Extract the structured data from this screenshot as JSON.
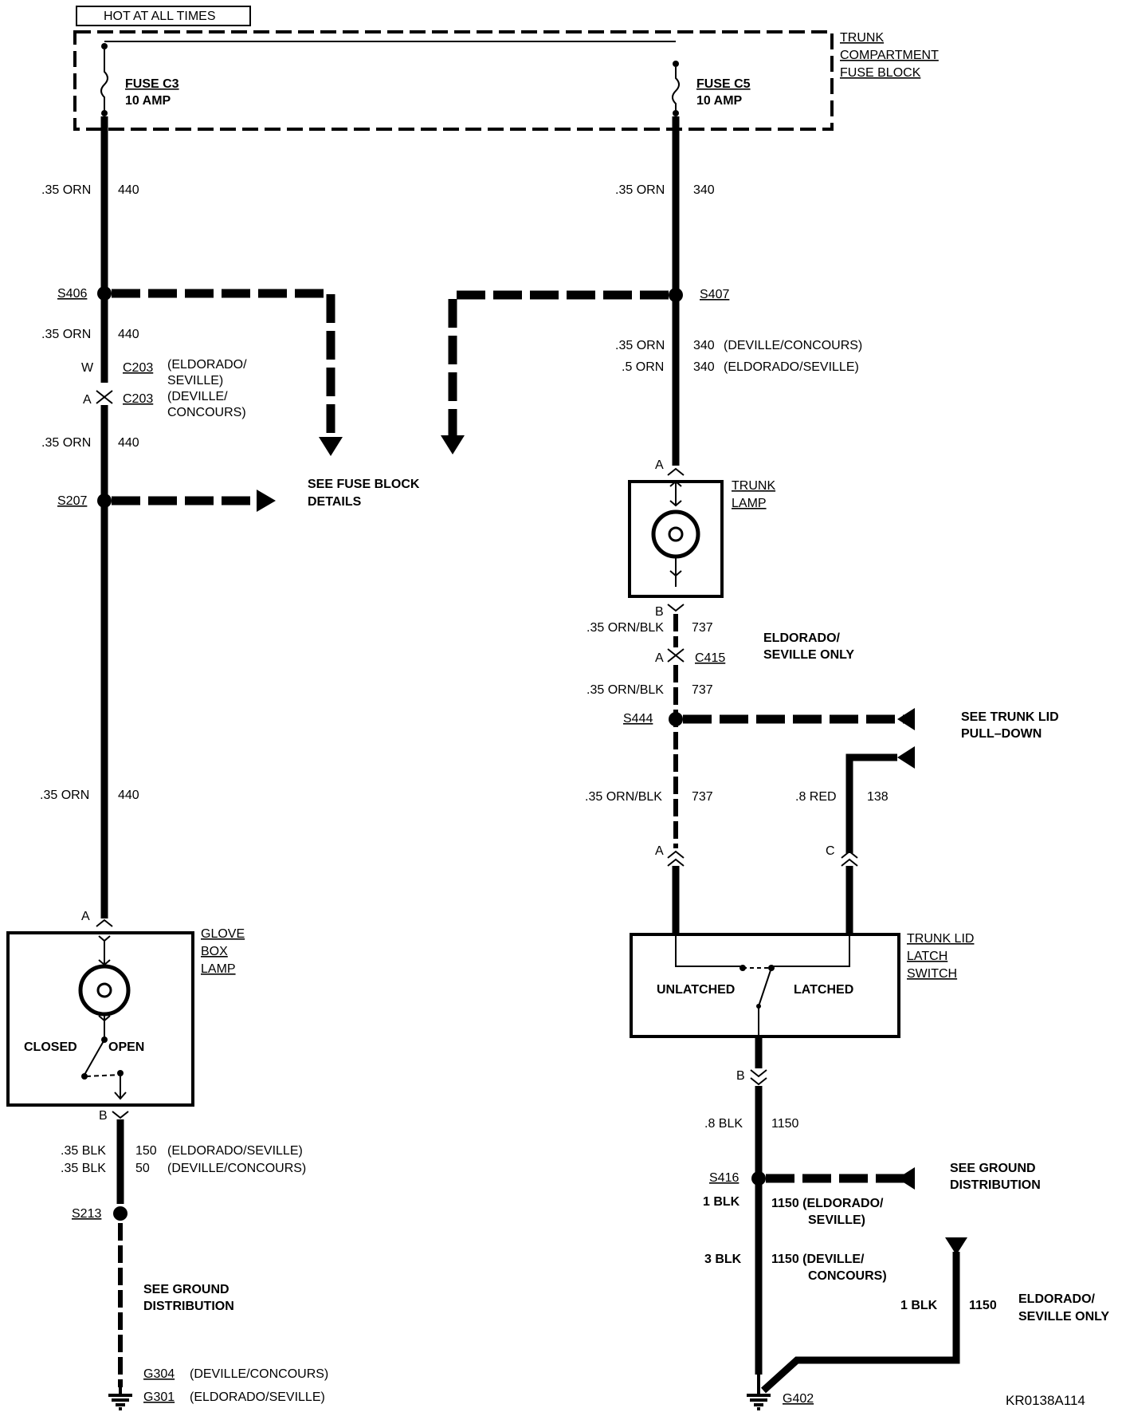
{
  "header": {
    "hot_label": "HOT AT ALL TIMES"
  },
  "fuse_block": {
    "label1": "TRUNK",
    "label2": "COMPARTMENT",
    "label3": "FUSE BLOCK",
    "fuse_c3_name": "FUSE C3",
    "fuse_c3_rating": "10 AMP",
    "fuse_c5_name": "FUSE C5",
    "fuse_c5_rating": "10 AMP"
  },
  "left": {
    "w1_gauge": ".35 ORN",
    "w1_circuit": "440",
    "s406": "S406",
    "w2_gauge": ".35 ORN",
    "w2_circuit": "440",
    "c203_pin_w": "W",
    "c203_a": "C203",
    "c203_a_note1": "(ELDORADO/",
    "c203_a_note2": "SEVILLE)",
    "c203_pin_a": "A",
    "c203_b": "C203",
    "c203_b_note1": "(DEVILLE/",
    "c203_b_note2": "CONCOURS)",
    "w3_gauge": ".35 ORN",
    "w3_circuit": "440",
    "s207": "S207",
    "see_fuse1": "SEE FUSE BLOCK",
    "see_fuse2": "DETAILS",
    "w4_gauge": ".35 ORN",
    "w4_circuit": "440",
    "pin_a": "A",
    "glove1": "GLOVE",
    "glove2": "BOX",
    "glove3": "LAMP",
    "closed": "CLOSED",
    "open": "OPEN",
    "pin_b": "B",
    "w5_gauge_a": ".35 BLK",
    "w5_circuit_a": "150",
    "w5_note_a": "(ELDORADO/SEVILLE)",
    "w5_gauge_b": ".35 BLK",
    "w5_circuit_b": "50",
    "w5_note_b": "(DEVILLE/CONCOURS)",
    "s213": "S213",
    "see_ground1": "SEE GROUND",
    "see_ground2": "DISTRIBUTION",
    "g304": "G304",
    "g304_note": "(DEVILLE/CONCOURS)",
    "g301": "G301",
    "g301_note": "(ELDORADO/SEVILLE)"
  },
  "right": {
    "w1_gauge": ".35 ORN",
    "w1_circuit": "340",
    "s407": "S407",
    "w2_gauge_a": ".35 ORN",
    "w2_circuit_a": "340",
    "w2_note_a": "(DEVILLE/CONCOURS)",
    "w2_gauge_b": ".5 ORN",
    "w2_circuit_b": "340",
    "w2_note_b": "(ELDORADO/SEVILLE)",
    "pin_a": "A",
    "trunk_lamp1": "TRUNK",
    "trunk_lamp2": "LAMP",
    "pin_b": "B",
    "w3_gauge": ".35 ORN/BLK",
    "w3_circuit": "737",
    "eldo_only1": "ELDORADO/",
    "eldo_only2": "SEVILLE ONLY",
    "c415_pin": "A",
    "c415": "C415",
    "w4_gauge": ".35 ORN/BLK",
    "w4_circuit": "737",
    "s444": "S444",
    "see_trunk1": "SEE TRUNK LID",
    "see_trunk2": "PULL–DOWN",
    "w5_gauge": ".35 ORN/BLK",
    "w5_circuit": "737",
    "w6_gauge": ".8 RED",
    "w6_circuit": "138",
    "pin_a2": "A",
    "pin_c": "C",
    "latch1": "TRUNK LID",
    "latch2": "LATCH",
    "latch3": "SWITCH",
    "unlatched": "UNLATCHED",
    "latched": "LATCHED",
    "pin_b2": "B",
    "w7_gauge": ".8 BLK",
    "w7_circuit": "1150",
    "s416": "S416",
    "see_ground1": "SEE GROUND",
    "see_ground2": "DISTRIBUTION",
    "w8_gauge": "1 BLK",
    "w8_circuit": "1150 (ELDORADO/",
    "w8_note": "SEVILLE)",
    "w9_gauge": "3 BLK",
    "w9_circuit": "1150 (DEVILLE/",
    "w9_note": "CONCOURS)",
    "w10_gauge": "1 BLK",
    "w10_circuit": "1150",
    "eldo_only3": "ELDORADO/",
    "eldo_only4": "SEVILLE ONLY",
    "g402": "G402"
  },
  "figure_id": "KR0138A114"
}
